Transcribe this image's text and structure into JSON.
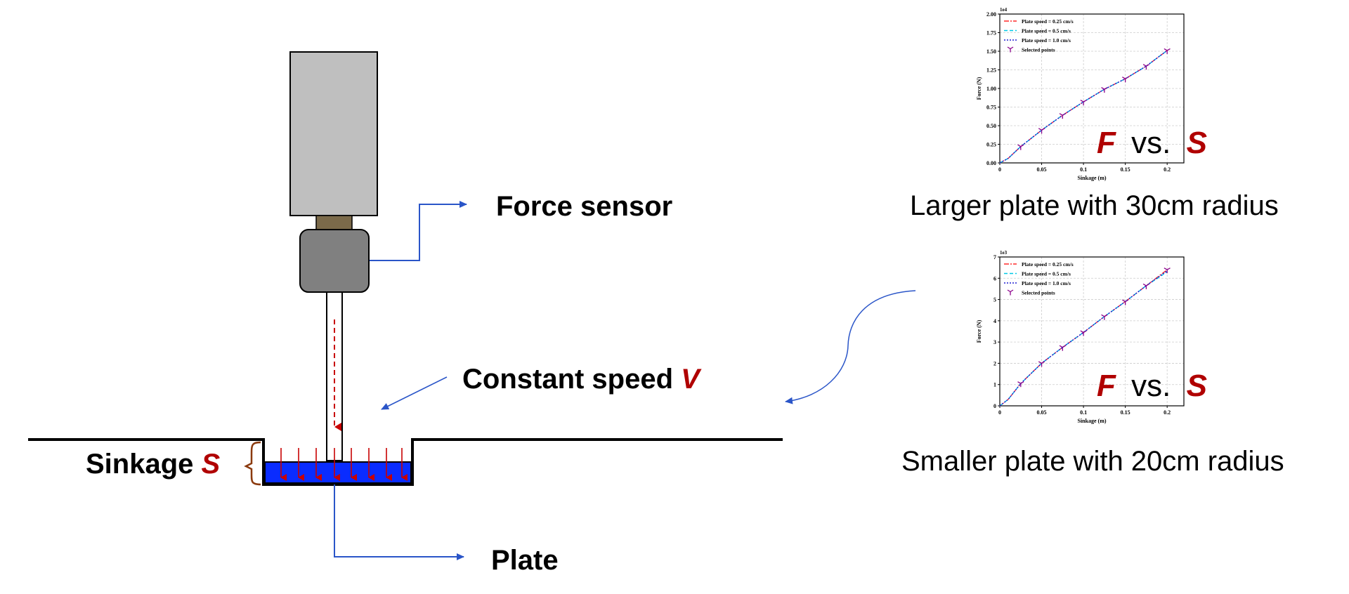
{
  "labels": {
    "force_sensor": "Force sensor",
    "constant_speed": "Constant speed",
    "speed_symbol": "V",
    "sinkage": "Sinkage",
    "sinkage_symbol": "S",
    "plate": "Plate",
    "caption_top": "Larger plate with 30cm radius",
    "caption_bottom": "Smaller plate with 20cm radius",
    "fvs_f": "F",
    "fvs_vs": "vs.",
    "fvs_s": "S"
  },
  "colors": {
    "speed_red": "#b00000",
    "plate_blue": "#0a2cff",
    "arrow_blue": "#2a55c8",
    "sensor_gray": "#808080",
    "body_gray": "#bfbfbf",
    "brace_brown": "#8b3a0e"
  },
  "chart_data": [
    {
      "type": "line",
      "xlabel": "Sinkage (m)",
      "ylabel": "Force (N)",
      "y_multiplier": "1e4",
      "xlim": [
        0,
        0.22
      ],
      "ylim": [
        0,
        2.0
      ],
      "xticks": [
        "0",
        "0.05",
        "0.1",
        "0.15",
        "0.2"
      ],
      "xtick_values": [
        0,
        0.05,
        0.1,
        0.15,
        0.2
      ],
      "yticks": [
        "0.00",
        "0.25",
        "0.50",
        "0.75",
        "1.00",
        "1.25",
        "1.50",
        "1.75",
        "2.00"
      ],
      "ytick_values": [
        0,
        0.25,
        0.5,
        0.75,
        1.0,
        1.25,
        1.5,
        1.75,
        2.0
      ],
      "grid": true,
      "legend_position": "top-left",
      "series": [
        {
          "name": "Plate speed = 0.25 cm/s",
          "color": "#ff2a2a",
          "dash": "7,2,2,2",
          "x": [
            0,
            0.01,
            0.025,
            0.05,
            0.075,
            0.1,
            0.125,
            0.15,
            0.175,
            0.2
          ],
          "y": [
            0,
            0.06,
            0.22,
            0.44,
            0.64,
            0.82,
            0.99,
            1.13,
            1.3,
            1.51
          ]
        },
        {
          "name": "Plate speed = 0.5 cm/s",
          "color": "#00c8e6",
          "dash": "5,3",
          "x": [
            0,
            0.01,
            0.025,
            0.05,
            0.075,
            0.1,
            0.125,
            0.15,
            0.175,
            0.2
          ],
          "y": [
            0,
            0.06,
            0.22,
            0.44,
            0.64,
            0.82,
            0.99,
            1.13,
            1.3,
            1.51
          ]
        },
        {
          "name": "Plate speed = 1.0 cm/s",
          "color": "#1e1ed2",
          "dash": "2,2",
          "x": [
            0,
            0.01,
            0.025,
            0.05,
            0.075,
            0.1,
            0.125,
            0.15,
            0.175,
            0.2
          ],
          "y": [
            0,
            0.06,
            0.22,
            0.44,
            0.64,
            0.82,
            0.99,
            1.13,
            1.3,
            1.51
          ]
        }
      ],
      "points": {
        "name": "Selected points",
        "color": "#8b008b",
        "x": [
          0.025,
          0.05,
          0.075,
          0.1,
          0.125,
          0.15,
          0.175,
          0.2
        ],
        "y": [
          0.22,
          0.44,
          0.64,
          0.82,
          0.99,
          1.13,
          1.3,
          1.51
        ]
      }
    },
    {
      "type": "line",
      "xlabel": "Sinkage (m)",
      "ylabel": "Force (N)",
      "y_multiplier": "1e3",
      "xlim": [
        0,
        0.22
      ],
      "ylim": [
        0,
        7
      ],
      "xticks": [
        "0",
        "0.05",
        "0.1",
        "0.15",
        "0.2"
      ],
      "xtick_values": [
        0,
        0.05,
        0.1,
        0.15,
        0.2
      ],
      "yticks": [
        "0",
        "1",
        "2",
        "3",
        "4",
        "5",
        "6",
        "7"
      ],
      "ytick_values": [
        0,
        1,
        2,
        3,
        4,
        5,
        6,
        7
      ],
      "grid": true,
      "legend_position": "top-left",
      "series": [
        {
          "name": "Plate speed = 0.25 cm/s",
          "color": "#ff2a2a",
          "dash": "7,2,2,2",
          "x": [
            0,
            0.01,
            0.025,
            0.05,
            0.075,
            0.1,
            0.125,
            0.15,
            0.175,
            0.2
          ],
          "y": [
            0,
            0.3,
            1.05,
            2.0,
            2.75,
            3.45,
            4.2,
            4.9,
            5.65,
            6.4
          ]
        },
        {
          "name": "Plate speed = 0.5 cm/s",
          "color": "#00c8e6",
          "dash": "5,3",
          "x": [
            0,
            0.01,
            0.025,
            0.05,
            0.075,
            0.1,
            0.125,
            0.15,
            0.175,
            0.2
          ],
          "y": [
            0,
            0.3,
            1.05,
            2.0,
            2.75,
            3.45,
            4.2,
            4.9,
            5.65,
            6.3
          ]
        },
        {
          "name": "Plate speed = 1.0 cm/s",
          "color": "#1e1ed2",
          "dash": "2,2",
          "x": [
            0,
            0.01,
            0.025,
            0.05,
            0.075,
            0.1,
            0.125,
            0.15,
            0.175,
            0.2
          ],
          "y": [
            0,
            0.3,
            1.05,
            2.0,
            2.75,
            3.45,
            4.2,
            4.9,
            5.65,
            6.35
          ]
        }
      ],
      "points": {
        "name": "Selected points",
        "color": "#8b008b",
        "x": [
          0.025,
          0.05,
          0.075,
          0.1,
          0.125,
          0.15,
          0.175,
          0.2
        ],
        "y": [
          1.05,
          2.0,
          2.75,
          3.45,
          4.2,
          4.9,
          5.65,
          6.4
        ]
      }
    }
  ]
}
